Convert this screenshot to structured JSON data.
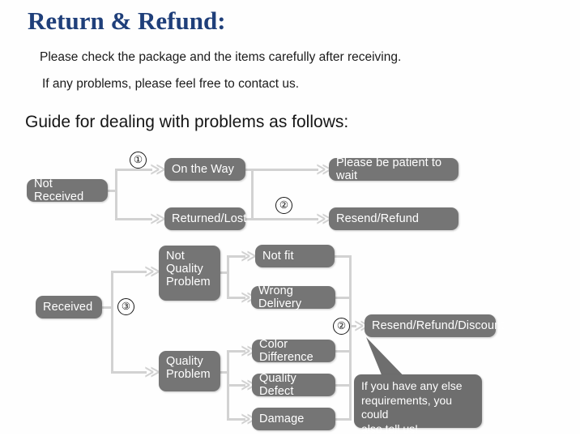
{
  "header": {
    "title": "Return & Refund:",
    "title_color": "#1f3f7a",
    "line1": "Please check the package and the items carefully after receiving.",
    "line2": "If any problems, please feel free to contact us.",
    "guide": "Guide for dealing with problems as follows:"
  },
  "theme": {
    "node_fill": "#757575",
    "node_text": "#ffffff",
    "connector": "#d2d2d2",
    "callout_fill": "#6e6e6e",
    "page_bg": "#ffffff"
  },
  "flow": {
    "nodes": [
      {
        "id": "not-received",
        "label": "Not Received"
      },
      {
        "id": "on-the-way",
        "label": "On the Way"
      },
      {
        "id": "returned-lost",
        "label": "Returned/Lost"
      },
      {
        "id": "please-be-patient",
        "label": "Please be patient to wait"
      },
      {
        "id": "resend-refund",
        "label": "Resend/Refund"
      },
      {
        "id": "received",
        "label": "Received"
      },
      {
        "id": "not-quality-problem",
        "label": "Not\nQuality\nProblem"
      },
      {
        "id": "not-fit",
        "label": "Not fit"
      },
      {
        "id": "wrong-delivery",
        "label": "Wrong Delivery"
      },
      {
        "id": "quality-problem",
        "label": "Quality\nProblem"
      },
      {
        "id": "color-difference",
        "label": "Color Difference"
      },
      {
        "id": "quality-defect",
        "label": "Quality Defect"
      },
      {
        "id": "damage",
        "label": "Damage"
      },
      {
        "id": "resend-refund-discount",
        "label": "Resend/Refund/Discount"
      }
    ],
    "markers": [
      {
        "id": "marker-1",
        "label": "①"
      },
      {
        "id": "marker-2-top",
        "label": "②"
      },
      {
        "id": "marker-3",
        "label": "③"
      },
      {
        "id": "marker-2-bottom",
        "label": "②"
      }
    ],
    "callout": {
      "text": "If you have any else\nrequirements, you could\nalso tell us!"
    }
  }
}
